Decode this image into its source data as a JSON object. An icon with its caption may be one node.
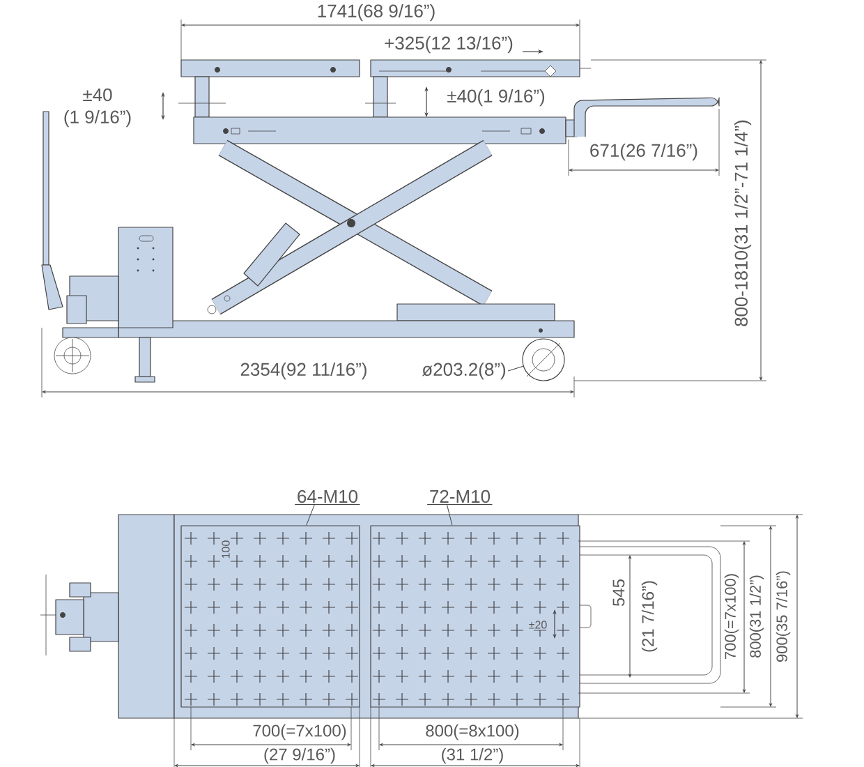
{
  "diagram": {
    "nodes": [
      {
        "text": [
          "ø203.2(8”)"
        ]
      },
      {
        "text": [],
        "shape": "circle"
      },
      {
        "text": [
          "64-M10"
        ]
      },
      {
        "text": [],
        "shape": "box"
      },
      {
        "text": [
          "72-M10"
        ]
      },
      {
        "text": [],
        "shape": "box"
      }
    ],
    "edges": [
      {
        "from": 0,
        "to": 1,
        "arrow": "none"
      },
      {
        "from": 2,
        "to": 3,
        "arrow": "none"
      },
      {
        "from": 4,
        "to": 5,
        "arrow": "none"
      }
    ],
    "labels": [
      "1741(68 9/16”)",
      "+325(12 13/16”)",
      "±40",
      "(1 9/16”)",
      "±40(1 9/16”)",
      "671(26 7/16”)",
      "800-1810(31 1/2”-71 1/4”)",
      "2354(92 11/16”)",
      "100",
      "±20",
      "545",
      "(21 7/16”)",
      "700(=7x100)",
      "800(31 1/2”)",
      "900(35 7/16”)",
      "700(=7x100)",
      "(27 9/16”)",
      "800(=8x100)",
      "(31 1/2”)"
    ]
  }
}
